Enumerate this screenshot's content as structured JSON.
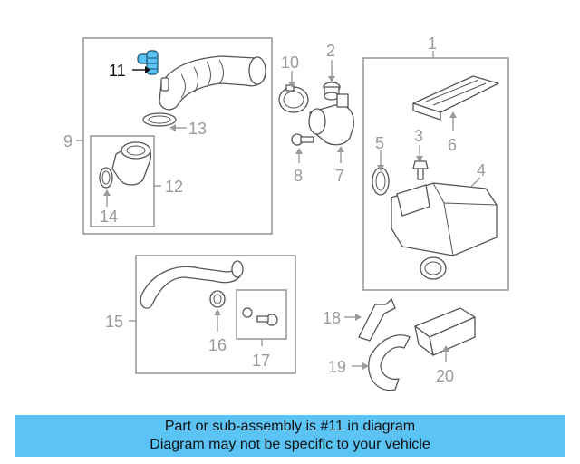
{
  "diagram": {
    "callouts": {
      "c1": "1",
      "c2": "2",
      "c3": "3",
      "c4": "4",
      "c5": "5",
      "c6": "6",
      "c7": "7",
      "c8": "8",
      "c9": "9",
      "c10": "10",
      "c11": "11",
      "c12": "12",
      "c13": "13",
      "c14": "14",
      "c15": "15",
      "c16": "16",
      "c17": "17",
      "c18": "18",
      "c19": "19",
      "c20": "20"
    },
    "highlight_callout": "11",
    "highlight_color": "#5bc4f5"
  },
  "banner": {
    "line1": "Part or sub-assembly is #11 in diagram",
    "line2": "Diagram may not be specific to your vehicle",
    "background": "#5bc4f5"
  }
}
